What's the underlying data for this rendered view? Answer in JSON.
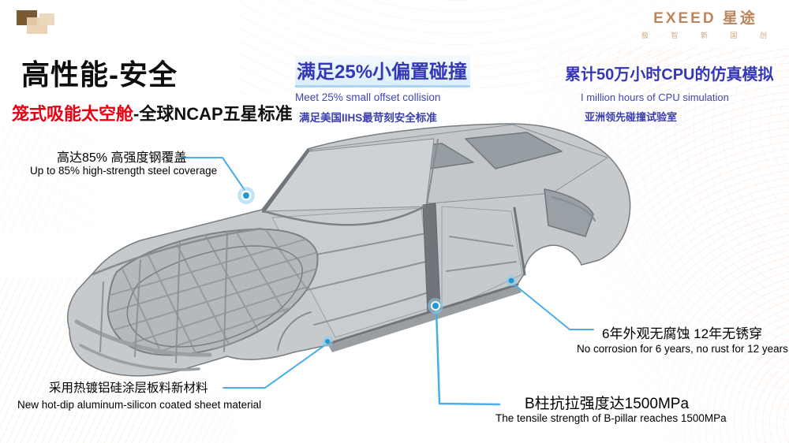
{
  "brand": {
    "name": "EXEED 星途",
    "tagline": "极 智 新 国 创",
    "logo_mark_colors": [
      "#7a5a33",
      "#e9d0b0",
      "#ead8bc"
    ]
  },
  "header": {
    "title": "高性能-安全",
    "subtitle_highlight": "笼式吸能太空舱",
    "subtitle_rest": "-全球NCAP五星标准"
  },
  "stats": {
    "offset": {
      "zh": "满足25%小偏置碰撞",
      "en": "Meet 25% small offset collision",
      "note_zh": "满足美国IIHS最苛刻安全标准"
    },
    "cpu": {
      "zh": "累计50万小时CPU的仿真模拟",
      "en": "I million hours of CPU simulation",
      "note_zh": "亚洲领先碰撞试验室"
    }
  },
  "callouts": {
    "steel": {
      "zh": "高达85% 高强度钢覆盖",
      "en": "Up to 85% high-strength steel coverage"
    },
    "coating": {
      "zh": "采用热镀铝硅涂层板料新材料",
      "en": "New hot-dip aluminum-silicon coated sheet material"
    },
    "corrosion": {
      "zh": "6年外观无腐蚀  12年无锈穿",
      "en": "No corrosion for 6 years, no rust for 12 years"
    },
    "bpillar": {
      "zh": "B柱抗拉强度达1500MPa",
      "en": "The tensile strength of B-pillar reaches 1500MPa"
    }
  },
  "illustration": {
    "subject": "body-in-white car frame, front three-quarter view"
  },
  "colors": {
    "accent_zh_blue": "#3437b6",
    "accent_en_blue": "#4245b0",
    "callout_line_cyan": "#4aaee8",
    "callout_dot_cyan": "#2596cf",
    "subtitle_red": "#e60012",
    "brand_gold": "#b9875f",
    "title_black": "#0d0d0d",
    "car_grey_light": "#c6cacc",
    "car_grey_dark": "#6f757a"
  }
}
